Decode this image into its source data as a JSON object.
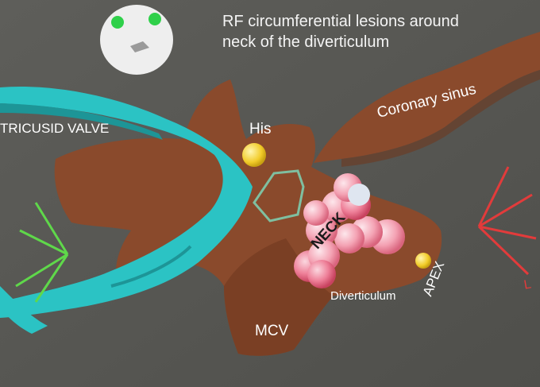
{
  "caption": {
    "line1": "RF circumferential lesions around",
    "line2": "neck of the diverticulum"
  },
  "labels": {
    "tricuspid_valve": "TRICUSID VALVE",
    "his": "His",
    "coronary_sinus": "Coronary sinus",
    "neck": "NECK",
    "apex": "APEX",
    "diverticulum": "Diverticulum",
    "mcv": "MCV",
    "orientation_marker": "L"
  },
  "colors": {
    "background": "#5b5b57",
    "anatomy": "#8a4a2c",
    "valve": "#2bc3c4",
    "his_marker": "#f2cc2a",
    "lesion": "#f4a3b4",
    "orientation_green": "#5fd84a",
    "orientation_red": "#e23b3b"
  },
  "icons": {
    "orientation_head": "head-orientation-icon"
  }
}
